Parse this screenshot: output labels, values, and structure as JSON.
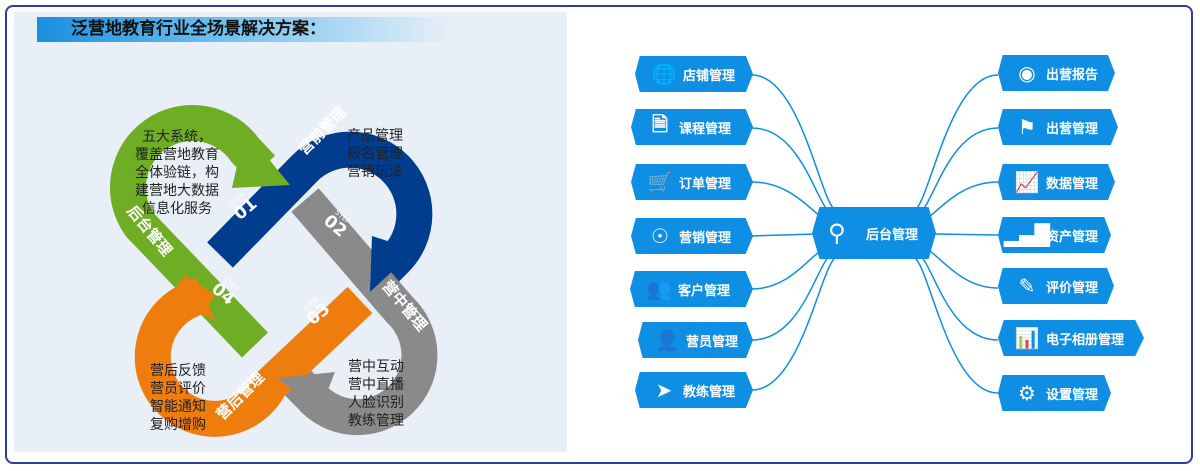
{
  "title": "泛营地教育行业全场景解决方案：",
  "loops": [
    {
      "label": "营前管理",
      "step_word": "STEP",
      "step": "01",
      "lines": [
        "产品管理",
        "报名管理",
        "营销玩法"
      ],
      "color": "#003d8f"
    },
    {
      "label": "营中管理",
      "step_word": "STEP",
      "step": "02",
      "lines": [
        "营中互动",
        "营中直播",
        "人脸识别",
        "教练管理"
      ],
      "color": "#8a8a8a"
    },
    {
      "label": "营后管理",
      "step_word": "STEP",
      "step": "03",
      "lines": [
        "营后反馈",
        "营员评价",
        "智能通知",
        "复购增购"
      ],
      "color": "#ef7d0d"
    },
    {
      "label": "后台管理",
      "step_word": "STEP",
      "step": "04",
      "lines": [
        "五大系统，",
        "覆盖营地教育",
        "全体验链，构",
        "建营地大数据",
        "信息化服务"
      ],
      "color": "#6fae24"
    }
  ],
  "mindmap": {
    "center": {
      "label": "后台管理",
      "icon": "search-icon"
    },
    "left": [
      {
        "label": "店铺管理",
        "icon": "globe-icon"
      },
      {
        "label": "课程管理",
        "icon": "document-gear-icon"
      },
      {
        "label": "订单管理",
        "icon": "cart-icon"
      },
      {
        "label": "营销管理",
        "icon": "org-tree-icon"
      },
      {
        "label": "客户管理",
        "icon": "users-icon"
      },
      {
        "label": "营员管理",
        "icon": "user-icon"
      },
      {
        "label": "教练管理",
        "icon": "paper-plane-icon"
      }
    ],
    "right": [
      {
        "label": "出营报告",
        "icon": "report-badge-icon"
      },
      {
        "label": "出营管理",
        "icon": "flag-icon"
      },
      {
        "label": "数据管理",
        "icon": "chart-up-icon"
      },
      {
        "label": "资产管理",
        "icon": "bars-icon"
      },
      {
        "label": "评价管理",
        "icon": "edit-icon"
      },
      {
        "label": "电子相册管理",
        "icon": "presentation-icon"
      },
      {
        "label": "设置管理",
        "icon": "gear-icon"
      }
    ],
    "color": "#0e8fe3"
  }
}
